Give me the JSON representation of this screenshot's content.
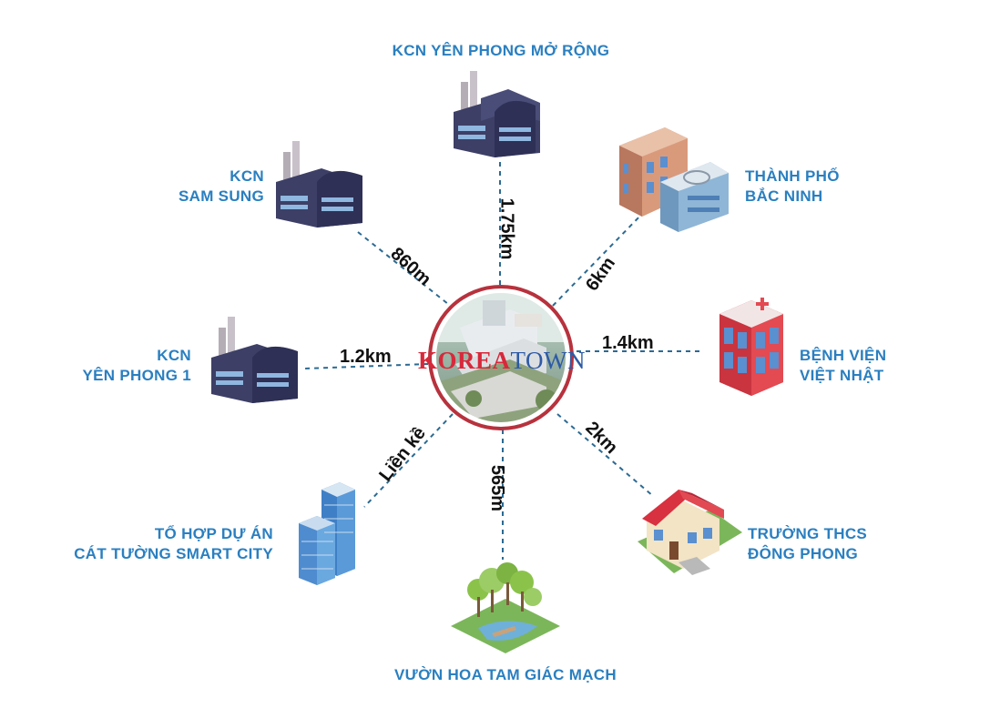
{
  "center": {
    "logo_part1": "KOREA",
    "logo_part2": "TOWN"
  },
  "colors": {
    "label": "#2a7fc0",
    "line": "#2b6a93",
    "logo_red": "#d8283a",
    "logo_blue": "#2d5aa6"
  },
  "locations": [
    {
      "id": "yen-phong-mo-rong",
      "lines": [
        "KCN YÊN PHONG MỞ RỘNG"
      ],
      "distance": "1.75km",
      "icon": "factory-icon"
    },
    {
      "id": "thanh-pho-bac-ninh",
      "lines": [
        "THÀNH PHỐ",
        "BẮC NINH"
      ],
      "distance": "6km",
      "icon": "city-building-icon"
    },
    {
      "id": "benh-vien",
      "lines": [
        "BỆNH VIỆN",
        "VIỆT NHẬT"
      ],
      "distance": "1.4km",
      "icon": "hospital-icon"
    },
    {
      "id": "truong-thcs",
      "lines": [
        "TRƯỜNG THCS",
        "ĐÔNG PHONG"
      ],
      "distance": "2km",
      "icon": "school-house-icon"
    },
    {
      "id": "vuon-hoa",
      "lines": [
        "VƯỜN HOA TAM GIÁC MẠCH"
      ],
      "distance": "565m",
      "icon": "park-icon"
    },
    {
      "id": "cat-tuong",
      "lines": [
        "TỔ HỢP DỰ ÁN",
        "CÁT TƯỜNG SMART CITY"
      ],
      "distance": "Liền kề",
      "icon": "skyscraper-icon"
    },
    {
      "id": "yen-phong-1",
      "lines": [
        "KCN",
        "YÊN PHONG 1"
      ],
      "distance": "1.2km",
      "icon": "factory-icon"
    },
    {
      "id": "sam-sung",
      "lines": [
        "KCN",
        "SAM SUNG"
      ],
      "distance": "860m",
      "icon": "factory-icon"
    }
  ]
}
